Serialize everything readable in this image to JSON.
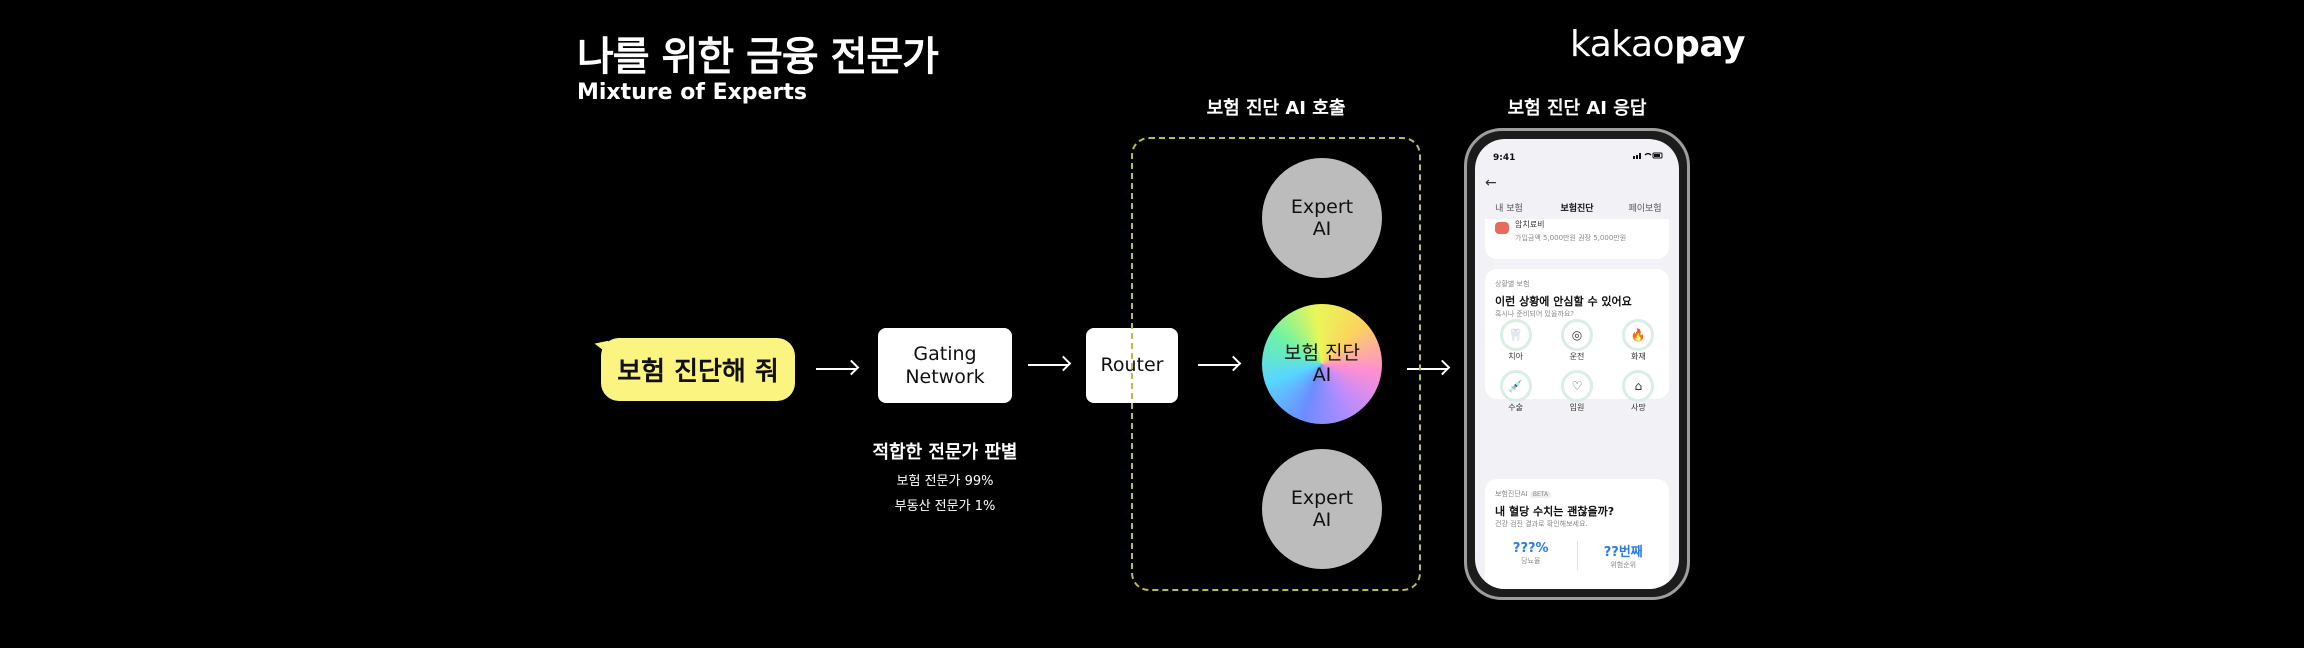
{
  "header": {
    "title": "나를 위한 금융 전문가",
    "subtitle": "Mixture of Experts",
    "brand_light": "kakao",
    "brand_bold": "pay"
  },
  "flow": {
    "user_query": "보험 진단해 줘",
    "gating_line1": "Gating",
    "gating_line2": "Network",
    "router": "Router",
    "gating_caption": {
      "main": "적합한 전문가 판별",
      "line1": "보험 전문가 99%",
      "line2": "부동산 전문가 1%"
    }
  },
  "ai_call": {
    "label": "보험 진단 AI 호출",
    "experts": [
      {
        "line1": "Expert",
        "line2": "AI"
      },
      {
        "line1": "보험 진단",
        "line2": "AI"
      },
      {
        "line1": "Expert",
        "line2": "AI"
      }
    ]
  },
  "ai_response": {
    "label": "보험 진단 AI 응답",
    "phone": {
      "time": "9:41",
      "back_icon": "arrow-left-icon",
      "tabs": [
        "내 보험",
        "보험진단",
        "페이보험"
      ],
      "top_card": {
        "title": "암치료비",
        "detail": "가입금액 5,000만원  권장 5,000만원"
      },
      "situation_card": {
        "tag": "상황별 보험",
        "title": "이런 상황에 안심할 수 있어요",
        "subtitle": "혹시나 준비되어 있을까요?",
        "items": [
          {
            "label": "치아",
            "icon": "tooth-icon"
          },
          {
            "label": "운전",
            "icon": "steering-icon"
          },
          {
            "label": "화재",
            "icon": "fire-icon"
          },
          {
            "label": "수술",
            "icon": "syringe-icon"
          },
          {
            "label": "입원",
            "icon": "stethoscope-icon"
          },
          {
            "label": "사망",
            "icon": "house-icon"
          }
        ]
      },
      "ai_card": {
        "tag": "보험진단AI",
        "badge": "BETA",
        "title": "내 혈당 수치는 괜찮을까?",
        "subtitle": "건강 검진 결과로 확인해보세요.",
        "stats": [
          {
            "value": "???%",
            "label": "당뇨율"
          },
          {
            "value": "??번째",
            "label": "위험순위"
          }
        ]
      }
    }
  }
}
